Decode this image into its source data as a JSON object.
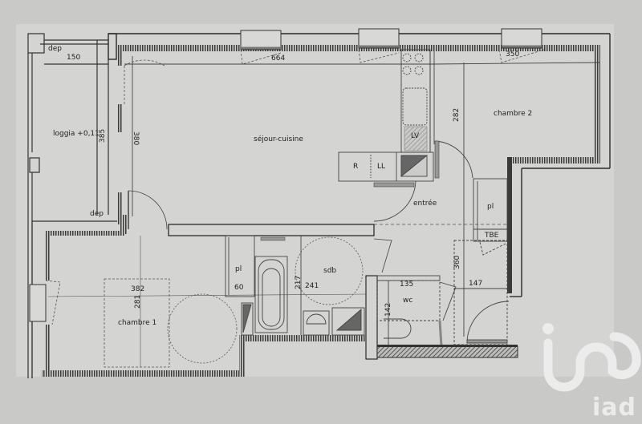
{
  "plan": {
    "type": "apartment floor plan",
    "background_color": "#c9c9c7",
    "paper_color": "#d8d8d6",
    "wall_color": "#2b2b2b",
    "rooms": [
      {
        "id": "loggia",
        "label": "loggia +0,11"
      },
      {
        "id": "sejour",
        "label": "séjour-cuisine"
      },
      {
        "id": "chambre2",
        "label": "chambre 2"
      },
      {
        "id": "entree",
        "label": "entrée"
      },
      {
        "id": "chambre1",
        "label": "chambre 1"
      },
      {
        "id": "sdb",
        "label": "sdb"
      },
      {
        "id": "wc",
        "label": "wc"
      }
    ],
    "fixtures": {
      "r": "R",
      "ll": "LL",
      "lv": "LV",
      "pl_entree": "pl",
      "tbe": "TBE",
      "pl_chambre1": "pl",
      "dep_top": "dep",
      "dep_bottom": "dep"
    },
    "dimensions": {
      "loggia_width": "150",
      "loggia_height": "385",
      "sejour_width": "664",
      "sejour_height": "380",
      "chambre2_width": "350",
      "chambre2_height": "282",
      "entree_height": "360",
      "entree_width": "147",
      "chambre1_width": "382",
      "chambre1_height": "281",
      "pl_width": "60",
      "sdb_width": "241",
      "sdb_height": "217",
      "wc_width": "135",
      "wc_height": "142"
    }
  },
  "watermark": {
    "brand": "iad",
    "color": "#ececec"
  }
}
